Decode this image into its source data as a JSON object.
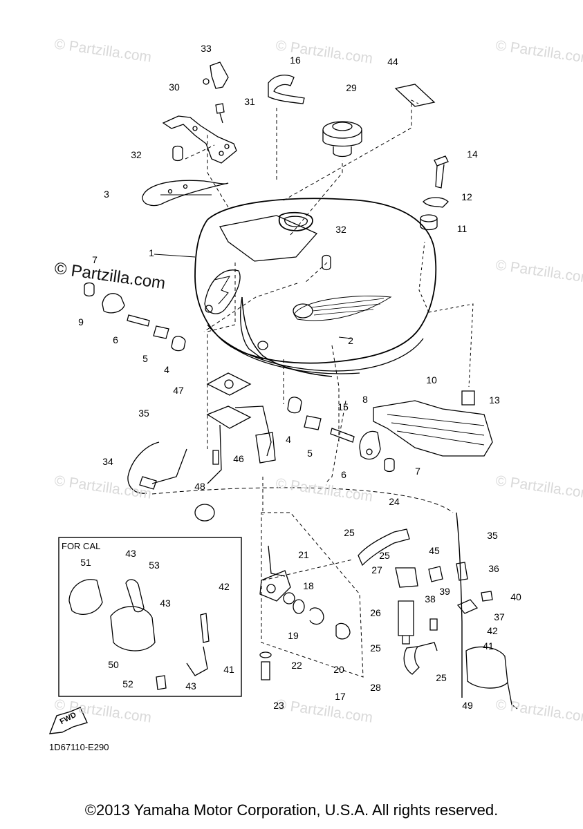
{
  "watermarks": {
    "site": "© Partzilla.com",
    "prominent": "© Partzilla.com"
  },
  "callouts": [
    "1",
    "2",
    "3",
    "4",
    "4",
    "5",
    "5",
    "6",
    "6",
    "7",
    "7",
    "8",
    "9",
    "10",
    "11",
    "12",
    "13",
    "14",
    "15",
    "16",
    "17",
    "18",
    "19",
    "20",
    "21",
    "22",
    "23",
    "24",
    "25",
    "25",
    "25",
    "25",
    "26",
    "27",
    "28",
    "29",
    "30",
    "31",
    "32",
    "32",
    "33",
    "34",
    "35",
    "35",
    "36",
    "37",
    "38",
    "39",
    "40",
    "41",
    "41",
    "42",
    "42",
    "43",
    "43",
    "43",
    "44",
    "45",
    "46",
    "47",
    "48",
    "49",
    "50",
    "51",
    "52",
    "53"
  ],
  "inset": {
    "title": "FOR CAL"
  },
  "direction_marker": "FWD",
  "diagram_code": "1D67110-E290",
  "copyright": "©2013 Yamaha Motor Corporation, U.S.A. All rights reserved."
}
